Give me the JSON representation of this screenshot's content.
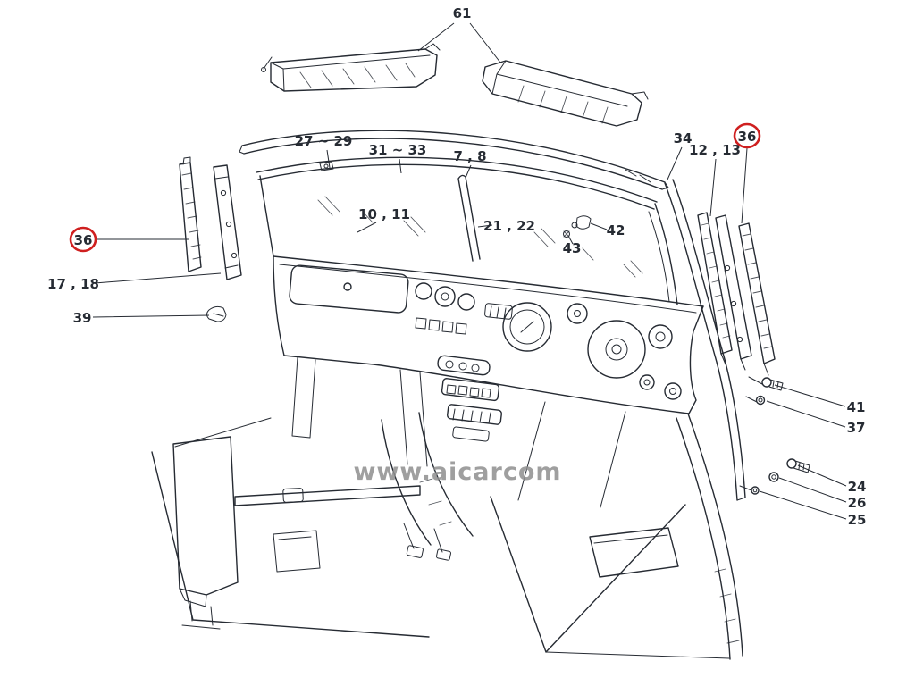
{
  "watermark": "www.aicarcom",
  "colors": {
    "highlight": "#cf1f1f",
    "ink": "#262b33",
    "watermark_gray": "#8f8f8f"
  },
  "labels": [
    {
      "id": "61",
      "text": "61",
      "circled": false
    },
    {
      "id": "27-29",
      "text": "27 ~ 29",
      "circled": false
    },
    {
      "id": "31-33",
      "text": "31 ~ 33",
      "circled": false
    },
    {
      "id": "7-8",
      "text": "7 , 8",
      "circled": false
    },
    {
      "id": "34",
      "text": "34",
      "circled": false
    },
    {
      "id": "12-13",
      "text": "12 , 13",
      "circled": false
    },
    {
      "id": "36-right",
      "text": "36",
      "circled": true
    },
    {
      "id": "10-11",
      "text": "10 , 11",
      "circled": false
    },
    {
      "id": "21-22",
      "text": "21 , 22",
      "circled": false
    },
    {
      "id": "42",
      "text": "42",
      "circled": false
    },
    {
      "id": "43",
      "text": "43",
      "circled": false
    },
    {
      "id": "36-left",
      "text": "36",
      "circled": true
    },
    {
      "id": "17-18",
      "text": "17 , 18",
      "circled": false
    },
    {
      "id": "39",
      "text": "39",
      "circled": false
    },
    {
      "id": "41",
      "text": "41",
      "circled": false
    },
    {
      "id": "37",
      "text": "37",
      "circled": false
    },
    {
      "id": "24",
      "text": "24",
      "circled": false
    },
    {
      "id": "26",
      "text": "26",
      "circled": false
    },
    {
      "id": "25",
      "text": "25",
      "circled": false
    }
  ]
}
